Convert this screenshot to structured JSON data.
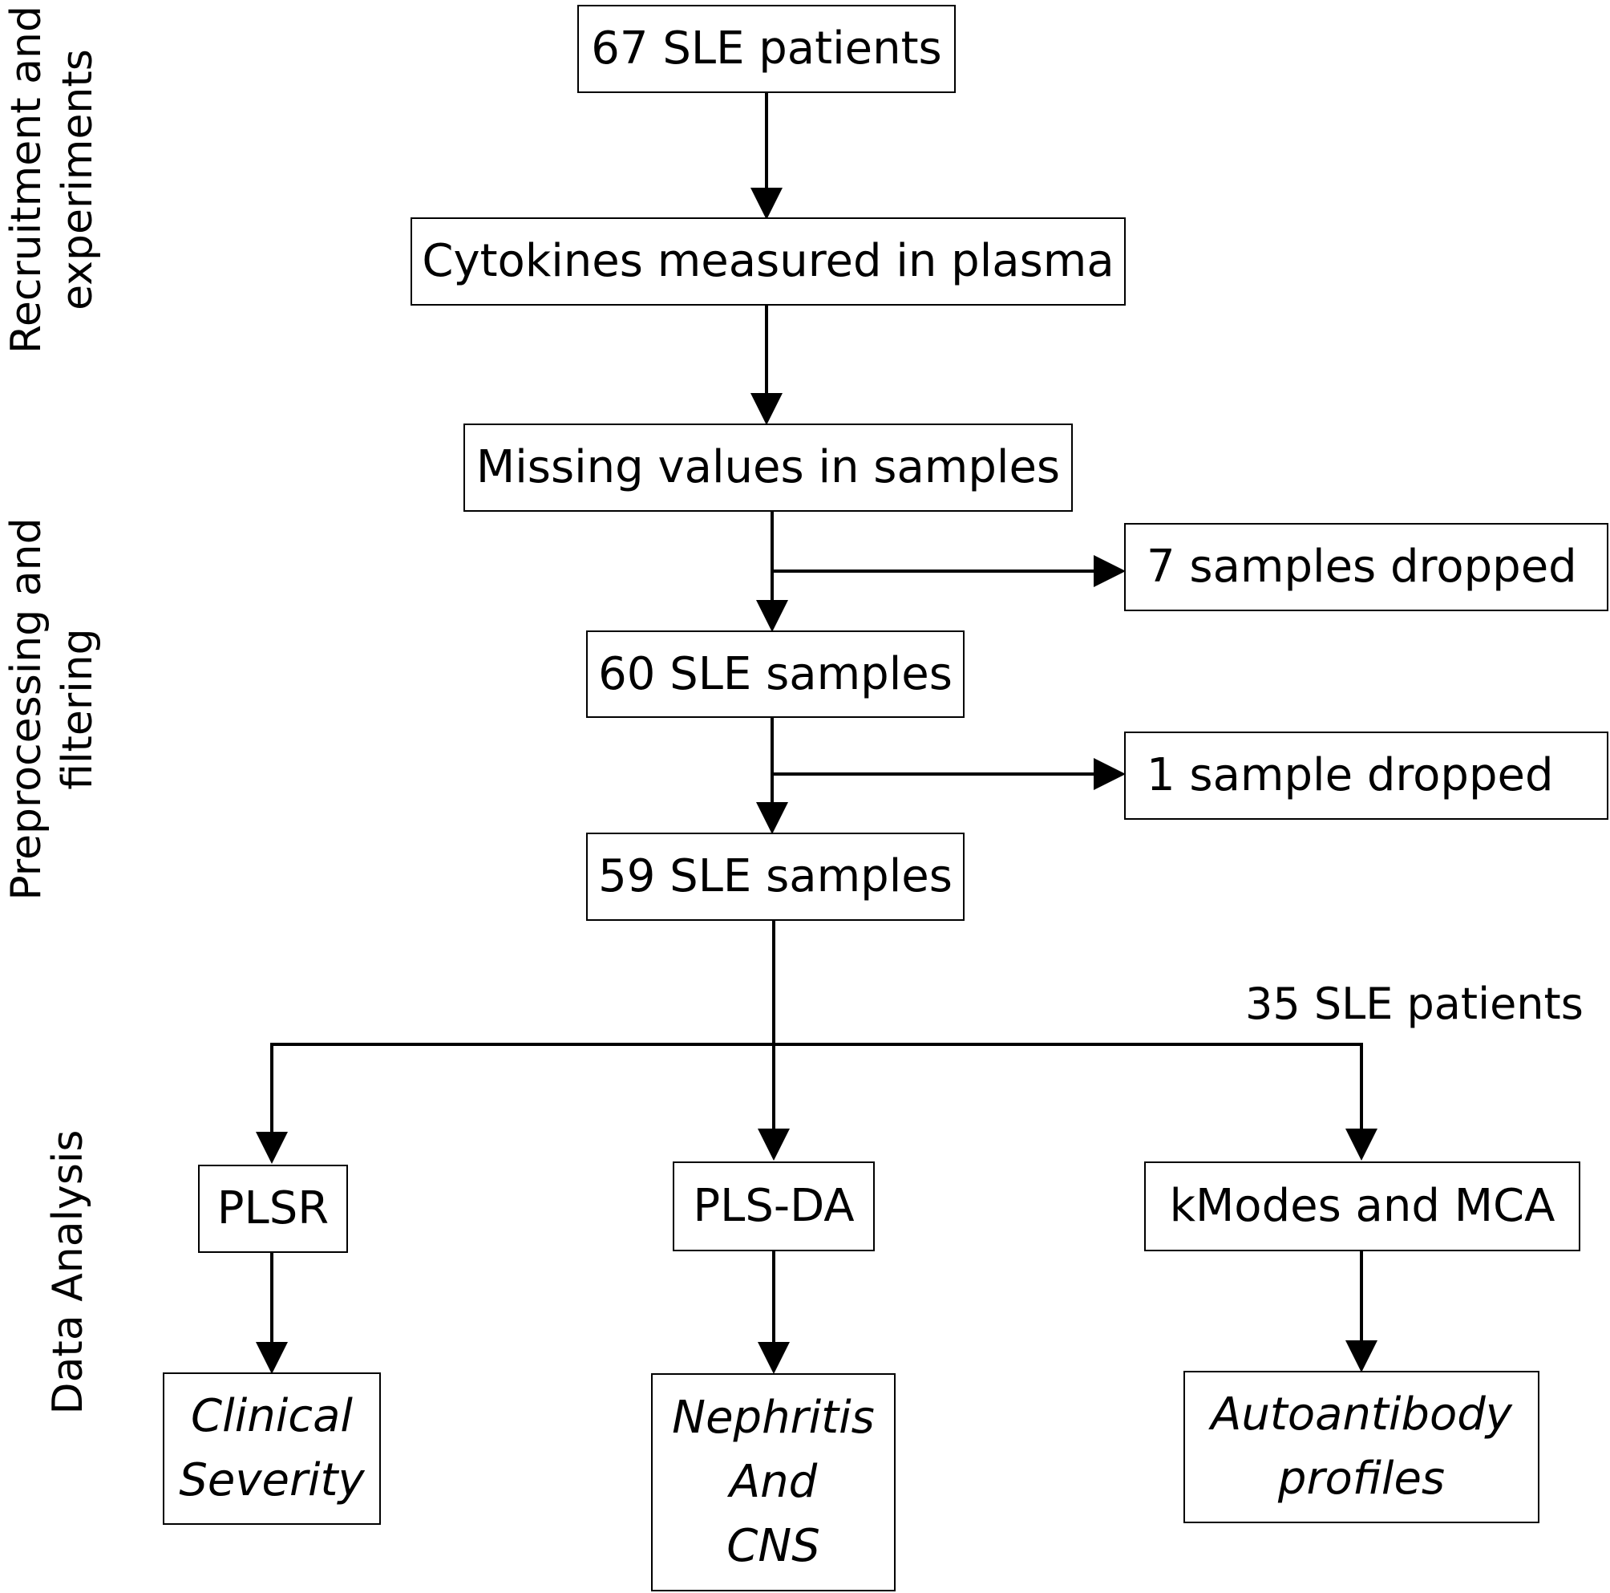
{
  "stage_labels": {
    "recruitment": [
      "Recruitment and",
      "experiments"
    ],
    "preprocessing": [
      "Preprocessing and",
      "filtering"
    ],
    "analysis": [
      "Data Analysis"
    ]
  },
  "nodes": {
    "patients_67": "67 SLE patients",
    "cytokines": "Cytokines measured in plasma",
    "missing": "Missing values in samples",
    "dropped_7": "7 samples dropped",
    "samples_60": "60 SLE samples",
    "dropped_1": "1 sample dropped",
    "samples_59": "59 SLE samples",
    "plsr": "PLSR",
    "plsda": "PLS-DA",
    "kmodes": "kModes and MCA"
  },
  "outcomes": {
    "clinical": [
      "Clinical",
      "Severity"
    ],
    "nephritis": [
      "Nephritis",
      "And",
      "CNS"
    ],
    "autoantibody": [
      "Autoantibody",
      "profiles"
    ]
  },
  "edge_labels": {
    "patients_35": "35 SLE patients"
  }
}
